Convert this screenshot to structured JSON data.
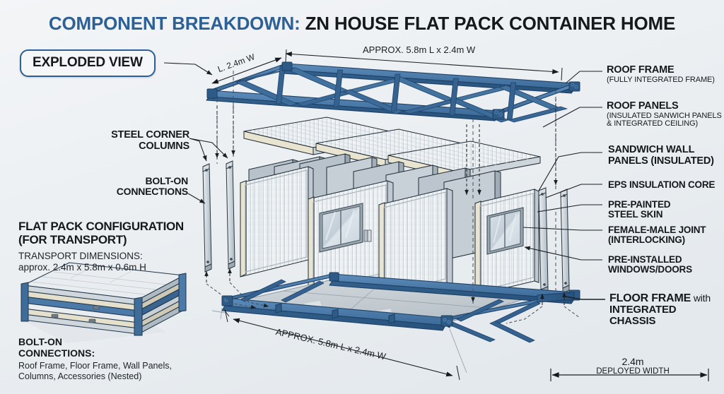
{
  "title": {
    "part1": "COMPONENT BREAKDOWN:",
    "part2": "ZN HOUSE FLAT PACK CONTAINER HOME"
  },
  "badge": {
    "label": "EXPLODED VIEW"
  },
  "labels_right": [
    {
      "heading": "ROOF FRAME",
      "sub": "(FULLY INTEGRATED FRAME)"
    },
    {
      "heading": "ROOF PANELS",
      "sub": "(INSULATED SANWICH PANELS",
      "sub2": "& INTEGRATED CEILING)"
    },
    {
      "heading": "SANDWICH WALL",
      "heading2": "PANELS (INSULATED)"
    },
    {
      "heading": "EPS INSULATION CORE"
    },
    {
      "heading": "PRE-PAINTED",
      "heading2": "STEEL SKIN"
    },
    {
      "heading": "FEMALE-MALE JOINT",
      "heading2": "(INTERLOCKING)"
    },
    {
      "heading": "PRE-INSTALLED",
      "heading2": "WINDOWS/DOORS"
    },
    {
      "heading": "FLOOR FRAME",
      "heading_thin": " with",
      "heading2": "INTEGRATED CHASSIS"
    }
  ],
  "labels_left": [
    {
      "heading": "STEEL CORNER",
      "heading2": "COLUMNS"
    },
    {
      "heading": "BOLT-ON",
      "heading2": "CONNECTIONS"
    }
  ],
  "flatpack": {
    "title_line1": "FLAT PACK CONFIGURATION",
    "title_line2": "(FOR TRANSPORT)",
    "sub_line1": "TRANSPORT DIMENSIONS:",
    "sub_line2": "approx. 2.4m x 5.8m x 0.6m H",
    "bolt_line1": "BOLT-ON",
    "bolt_line2": "CONNECTIONS:",
    "list_line1": "Roof Frame, Floor Frame, Wall Panels,",
    "list_line2": "Columns, Accessories (Nested)"
  },
  "dimensions": {
    "roof_width": "L. 2.4m W",
    "roof_length": "APPROX. 5.8m L x 2.4m W",
    "floor_length": "APPROX. 5.8m L x 2.4m W",
    "deployed_value": "2.4m",
    "deployed_label": "DEPLOYED WIDTH"
  },
  "colors": {
    "steel_blue": "#3c6b99",
    "steel_blue_dark": "#2b5580",
    "steel_blue_light": "#5a88b4",
    "panel_white": "#f2f4f5",
    "panel_gray": "#c3ccd4",
    "eps_cream": "#e8e4d0",
    "title_blue": "#2d6094",
    "ink": "#15191c",
    "background": "#eef1f3"
  }
}
